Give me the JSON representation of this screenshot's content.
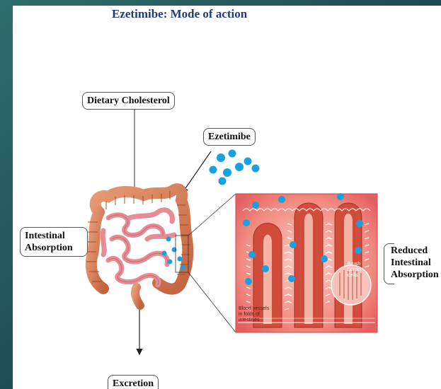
{
  "title": "Ezetimibe: Mode of action",
  "labels": {
    "dietary_cholesterol": "Dietary Cholesterol",
    "ezetimibe": "Ezetimibe",
    "intestinal_absorption_1": "Intestinal",
    "intestinal_absorption_2": "Absorption",
    "reduced_1": "Reduced",
    "reduced_2": "Intestinal",
    "reduced_3": "Absorption",
    "excretion": "Excretion",
    "brush_1": "Brush",
    "brush_2": "border",
    "brush_3": "cells",
    "blood_1": "Blood vessels",
    "blood_2": "in folds of",
    "blood_3": "intestines"
  },
  "colors": {
    "background": "#1f4f55",
    "title": "#1f3c78",
    "ezetimibe_dots": "#1aa0e0",
    "intestine": "#d9815c",
    "villi_panel": "#f07a7a",
    "villi_core": "#c53a2c"
  }
}
